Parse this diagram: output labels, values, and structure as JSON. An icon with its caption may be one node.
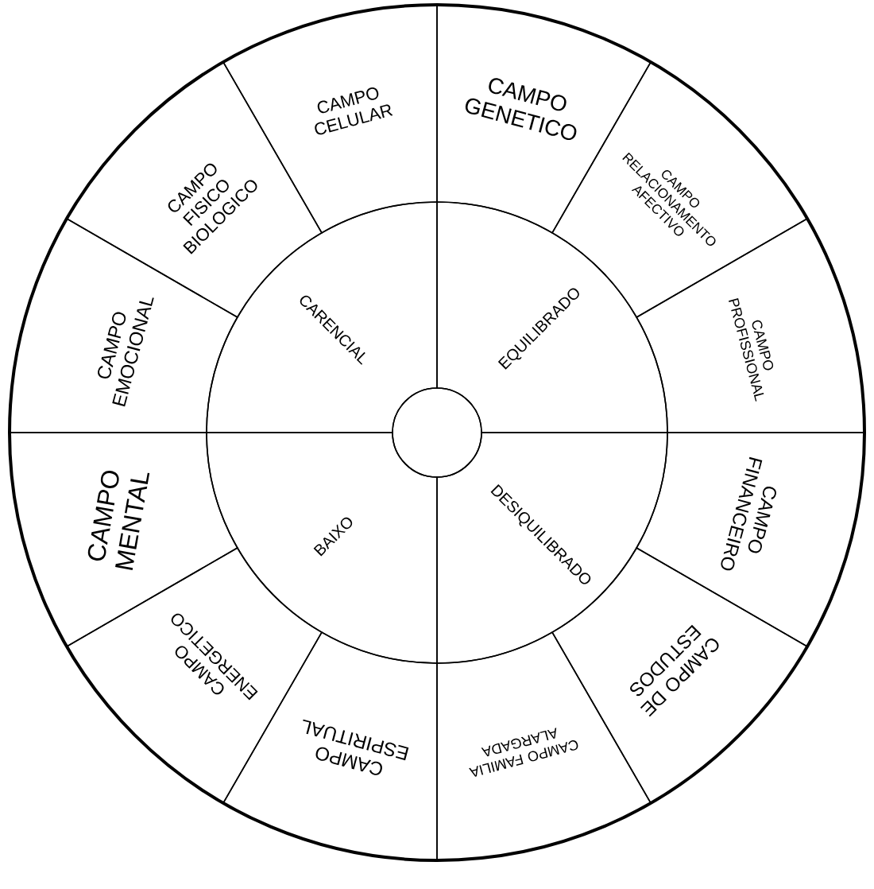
{
  "diagram": {
    "nodes": [
      {
        "text": [
          "CAMPO GENETICO"
        ]
      },
      {
        "text": [
          "CAMPO RELACIONAMENTO AFECTIVO"
        ]
      },
      {
        "text": [
          "CAMPO PROFISSIONAL"
        ]
      },
      {
        "text": [
          "CAMPO FINANCEIRO"
        ]
      },
      {
        "text": [
          "CAMPO DE ESTUDOS"
        ]
      },
      {
        "text": [
          "CAMPO FAMILIA ALARGADA"
        ]
      },
      {
        "text": [
          "CAMPO ESPIRITUAL"
        ]
      },
      {
        "text": [
          "CAMPO ENERGETICO"
        ]
      },
      {
        "text": [
          "CAMPO MENTAL"
        ]
      },
      {
        "text": [
          "CAMPO EMOCIONAL"
        ]
      },
      {
        "text": [
          "CAMPO FISICO BIOLOGICO"
        ]
      },
      {
        "text": [
          "CAMPO CELULAR"
        ]
      },
      {
        "text": [
          "EQUILIBRADO"
        ]
      },
      {
        "text": [
          "DESIQUILIBRADO"
        ]
      },
      {
        "text": [
          "BAIXO"
        ]
      },
      {
        "text": [
          "CARENCIAL"
        ]
      },
      {
        "text": [],
        "shape": "circle"
      }
    ]
  }
}
